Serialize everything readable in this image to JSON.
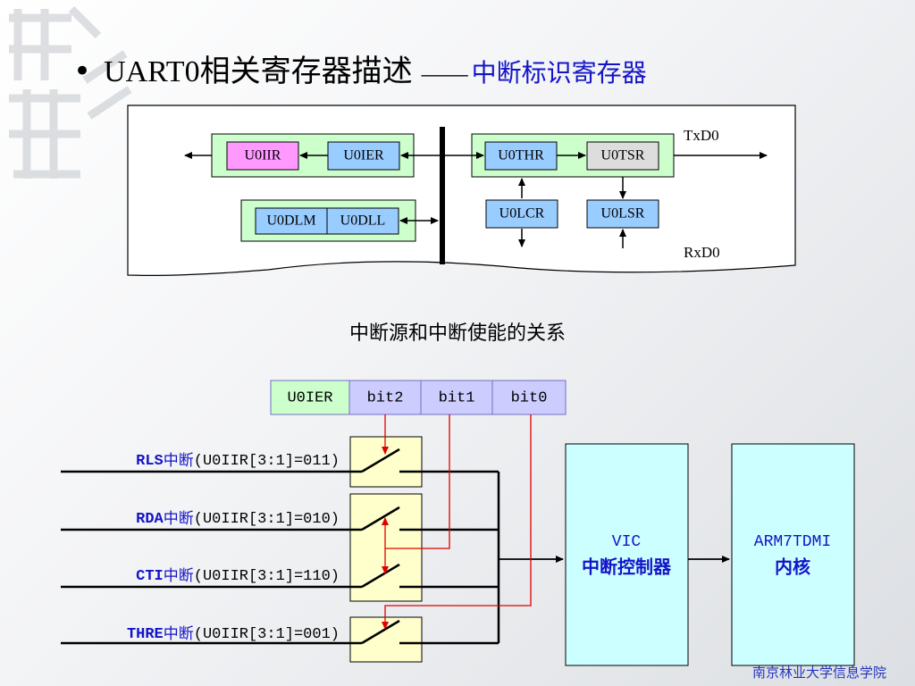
{
  "title": {
    "bullet": "•",
    "main": "UART0相关寄存器描述",
    "dash": "——",
    "sub": "中断标识寄存器"
  },
  "reg_diagram": {
    "u0iir": "U0IIR",
    "u0ier": "U0IER",
    "u0dlm": "U0DLM",
    "u0dll": "U0DLL",
    "u0thr": "U0THR",
    "u0tsr": "U0TSR",
    "u0lcr": "U0LCR",
    "u0lsr": "U0LSR",
    "txd": "TxD0",
    "rxd": "RxD0"
  },
  "section_title": "中断源和中断使能的关系",
  "ier_header": {
    "name": "U0IER",
    "bits": [
      "bit2",
      "bit1",
      "bit0"
    ]
  },
  "interrupts": [
    {
      "name": "RLS",
      "suffix": "中断",
      "code": "(U0IIR[3:1]=011)"
    },
    {
      "name": "RDA",
      "suffix": "中断",
      "code": "(U0IIR[3:1]=010)"
    },
    {
      "name": "CTI",
      "suffix": "中断",
      "code": "(U0IIR[3:1]=110)"
    },
    {
      "name": "THRE",
      "suffix": "中断",
      "code": "(U0IIR[3:1]=001)"
    }
  ],
  "vic": {
    "line1": "VIC",
    "line2": "中断控制器"
  },
  "core": {
    "line1": "ARM7TDMI",
    "line2": "内核"
  },
  "footer": "南京林业大学信息学院",
  "colors": {
    "title_blue": "#1414c8",
    "pink": "#ff99ff",
    "blue_box": "#99ccff",
    "gray_box": "#dddddd",
    "green_box": "#ccffcc",
    "ier_green": "#ccffcc",
    "ier_lav": "#ccccff",
    "switch_yellow": "#ffffcc",
    "vic_cyan": "#ccffff",
    "red_line": "#e00000"
  }
}
